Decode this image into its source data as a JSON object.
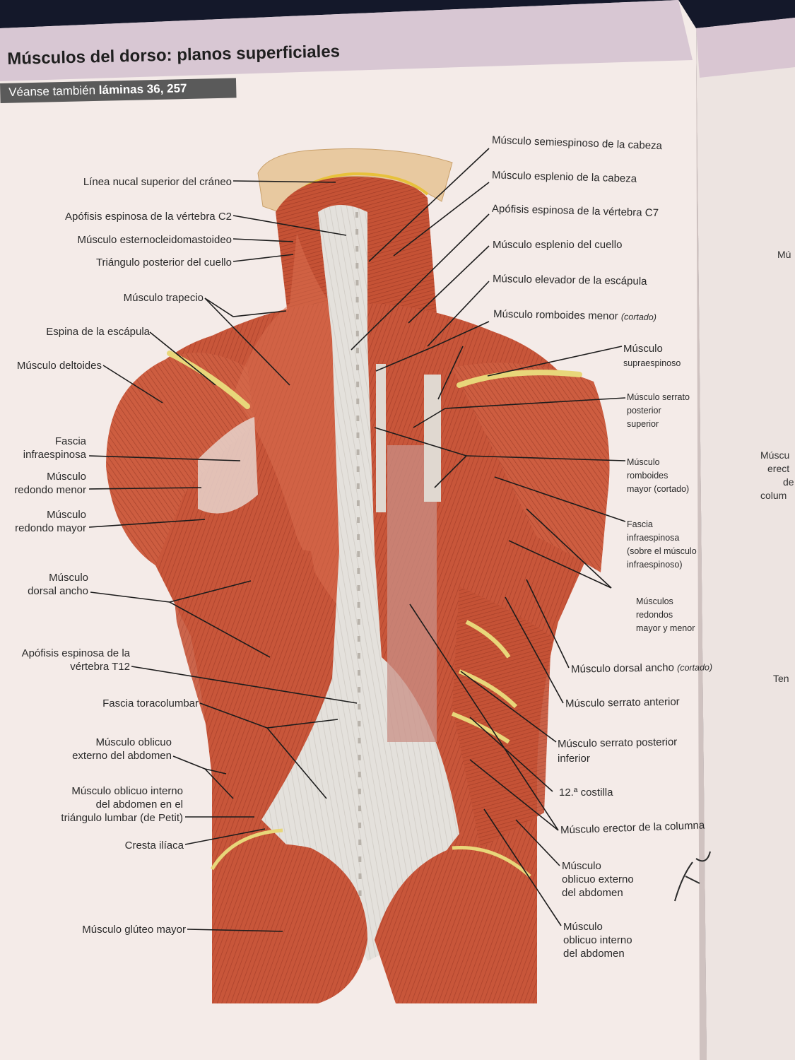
{
  "page": {
    "title": "Músculos del dorso: planos superficiales",
    "see_also_prefix": "Véanse también ",
    "see_also_ref": "láminas 36, 257"
  },
  "labels_left": [
    "Línea nucal superior del cráneo",
    "Apófisis espinosa de la vértebra C2",
    "Músculo esternocleidomastoideo",
    "Triángulo posterior del cuello",
    "Músculo trapecio",
    "Espina de la escápula",
    "Músculo deltoides",
    [
      "Fascia",
      "infraespinosa"
    ],
    [
      "Músculo",
      "redondo menor"
    ],
    [
      "Músculo",
      "redondo mayor"
    ],
    [
      "Músculo",
      "dorsal ancho"
    ],
    [
      "Apófisis espinosa de la",
      "vértebra T12"
    ],
    "Fascia toracolumbar",
    [
      "Músculo oblicuo",
      "externo del abdomen"
    ],
    [
      "Músculo oblicuo interno",
      "del abdomen en el",
      "triángulo lumbar (de Petit)"
    ],
    "Cresta ilíaca",
    "Músculo glúteo mayor"
  ],
  "labels_right": [
    "Músculo semiespinoso de la cabeza",
    "Músculo esplenio de la cabeza",
    "Apófisis espinosa de la vértebra C7",
    "Músculo esplenio del cuello",
    "Músculo elevador de la escápula",
    {
      "main": "Músculo romboides menor ",
      "note": "(cortado)"
    },
    [
      "Músculo",
      "supraespinoso"
    ],
    [
      "Músculo serrato",
      "posterior",
      "superior"
    ],
    [
      "Músculo",
      "romboides",
      "mayor (cortado)"
    ],
    [
      "Fascia",
      "infraespinosa",
      "(sobre el músculo",
      "infraespinoso)"
    ],
    [
      "Músculos",
      "redondos",
      "mayor y menor"
    ],
    {
      "main": "Músculo dorsal ancho ",
      "note": "(cortado)"
    },
    "Músculo serrato anterior",
    [
      "Músculo serrato posterior",
      "inferior"
    ],
    "12.ª costilla",
    "Músculo erector de la columna",
    [
      "Músculo",
      "oblicuo externo",
      "del abdomen"
    ],
    [
      "Músculo",
      "oblicuo interno",
      "del abdomen"
    ]
  ],
  "next_page_edge": [
    "Mú",
    "Múscu",
    "erect",
    "de",
    "colum",
    "Ten"
  ],
  "colors": {
    "paper": "#f3e9e6",
    "muscle": "#c8563a",
    "muscle_light": "#e0866a",
    "tendon": "#e6e2dc",
    "leader": "#1c1c1c",
    "background": "#14182a"
  }
}
